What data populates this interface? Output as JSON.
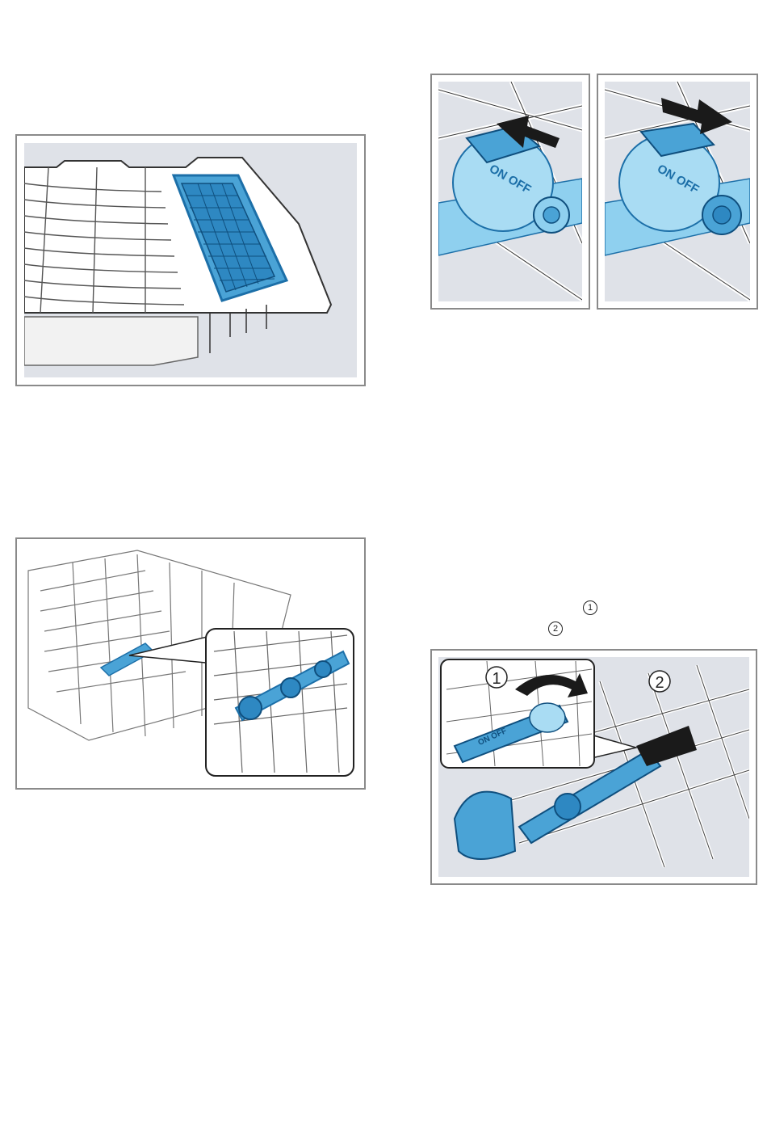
{
  "colors": {
    "frame_border": "#8a8a8a",
    "panel_bg": "#dfe2e8",
    "accent_blue": "#4aa3d6",
    "accent_blue_dark": "#1c6fa8",
    "arrow": "#1a1a1a"
  },
  "figures": {
    "valve_left": {
      "label": "ON OFF"
    },
    "valve_right": {
      "label": "ON OFF"
    },
    "step_figure": {
      "step1": "1",
      "step2": "2",
      "valve_label": "ON OFF"
    }
  },
  "markers": {
    "first": "1",
    "second": "2"
  }
}
